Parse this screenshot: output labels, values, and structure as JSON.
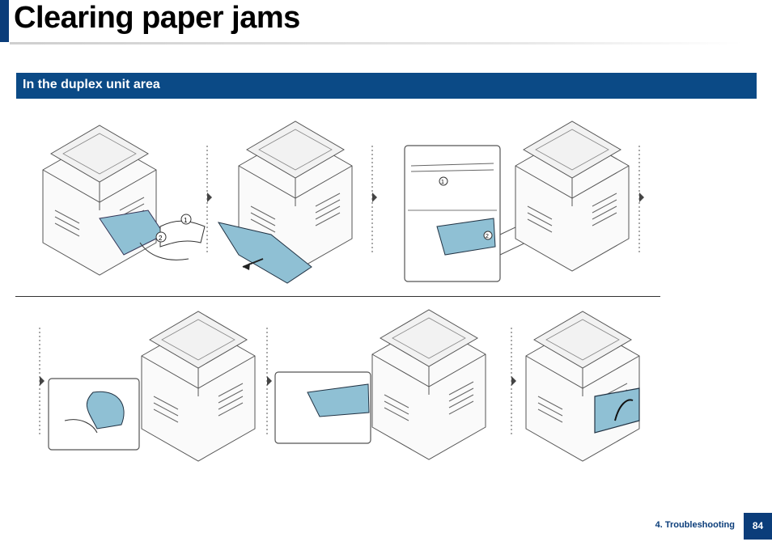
{
  "header": {
    "title": "Clearing paper jams"
  },
  "section": {
    "heading": "In the duplex unit area"
  },
  "steps": {
    "row1": [
      {
        "callouts": [
          "1",
          "2"
        ]
      },
      {
        "callouts": []
      },
      {
        "callouts": [
          "1",
          "2"
        ]
      },
      {
        "callouts": []
      }
    ],
    "row2": [
      {
        "callouts": []
      },
      {
        "callouts": []
      },
      {
        "callouts": []
      }
    ]
  },
  "footer": {
    "chapter": "4.  Troubleshooting",
    "page": "84"
  },
  "colors": {
    "brand_blue": "#0b4a86",
    "paper_teal": "#8fc0d4"
  }
}
